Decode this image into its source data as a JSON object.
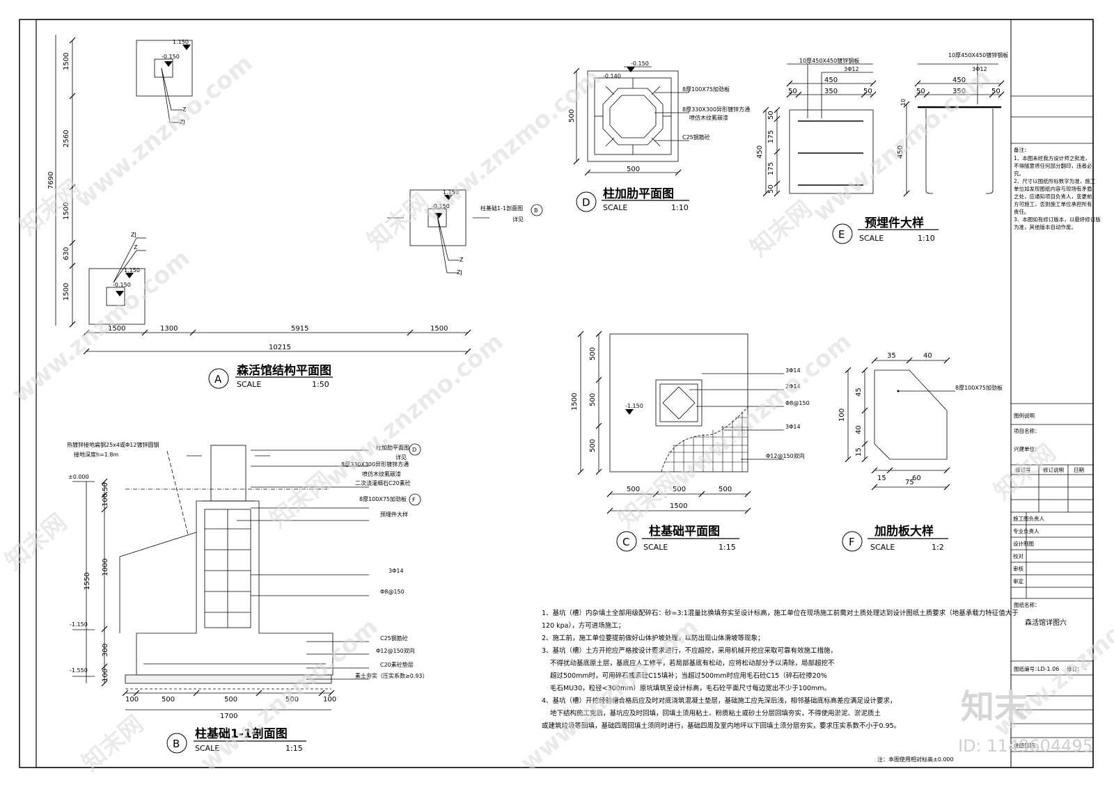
{
  "plan_a": {
    "title": "森活馆结构平面图",
    "letter": "A",
    "scale_word": "SCALE",
    "scale": "1:50",
    "dims_left": [
      "1500",
      "2560",
      "1500",
      "630",
      "1500"
    ],
    "dim_total_left": "7690",
    "dims_bottom": [
      "1500",
      "1300",
      "5915",
      "1500"
    ],
    "dim_total_bottom": "10215",
    "elev_top": "1.150",
    "elev_inner": "-0.150",
    "label_z": "Z",
    "label_zj": "ZJ",
    "callout": "柱基础1-1剖面图",
    "callout_ref": "详见",
    "callout_letter": "B"
  },
  "section_b": {
    "title": "柱基础1-1剖面图",
    "letter": "B",
    "scale_word": "SCALE",
    "scale": "1:15",
    "top_note_1": "热镀锌接地扁钢25x4或Φ12镀锌圆钢",
    "top_note_2": "接地深度h=1.8m",
    "elev_0": "±0.000",
    "elev_1": "-1.150",
    "elev_2": "-1.550",
    "dims_left": [
      "50",
      "100",
      "1000",
      "300",
      "100"
    ],
    "dim_total_left": "1550",
    "dims_bottom": [
      "100",
      "500",
      "500",
      "500",
      "100"
    ],
    "dim_total_bottom": "1700",
    "right_labels": [
      "柱加肋平面图",
      "详见",
      "8厚330X300异形镀锌方通",
      "喷仿木纹氟碳漆",
      "二次浇灌细石C20素砼",
      "8厚100X75加劲板",
      "预埋件大样",
      "3Φ14",
      "Φ8@150",
      "C25钢筋砼",
      "Φ12@150双向",
      "C20素砼垫层",
      "素土夯实（压实系数≥0.93）"
    ],
    "ref_d": "D",
    "ref_f": "F"
  },
  "plan_d": {
    "title": "柱加肋平面图",
    "letter": "D",
    "scale_word": "SCALE",
    "scale": "1:10",
    "elev_1": "-0.150",
    "elev_2": "-0.140",
    "dim_side": "500",
    "dim_bottom": "500",
    "labels": [
      "8厚100X75加劲板",
      "8厚330X300异形镀锌方通",
      "喷仿木纹氟碳漆",
      "C25钢筋砼"
    ]
  },
  "detail_e": {
    "title": "预埋件大样",
    "letter": "E",
    "scale_word": "SCALE",
    "scale": "1:10",
    "plate_label": "10厚450X450镀锌钢板",
    "bar_label": "3Φ12",
    "dim_450": "450",
    "dims_top": [
      "50",
      "350",
      "50"
    ],
    "dims_left": [
      "50",
      "175",
      "175",
      "50"
    ],
    "dim_left_total": "450",
    "dim_t": "10"
  },
  "plan_c": {
    "title": "柱基础平面图",
    "letter": "C",
    "scale_word": "SCALE",
    "scale": "1:15",
    "elev": "-1.150",
    "dims_left": [
      "500",
      "500",
      "500"
    ],
    "dim_total_left": "1500",
    "dims_bottom": [
      "500",
      "500",
      "500"
    ],
    "dim_total_bottom": "1500",
    "labels": [
      "3Φ14",
      "2Φ14",
      "Φ8@150",
      "3Φ14",
      "Φ12@150双向"
    ]
  },
  "detail_f": {
    "title": "加肋板大样",
    "letter": "F",
    "scale_word": "SCALE",
    "scale": "1:2",
    "label": "8厚100X75加劲板",
    "dims_top": [
      "35",
      "40"
    ],
    "dims_left": [
      "45",
      "40",
      "15"
    ],
    "dim_total_left": "100",
    "dims_bottom": [
      "15",
      "60"
    ],
    "dim_total_bottom": "75"
  },
  "notes": [
    "1、基坑（槽）内杂填土全部用级配碎石：砂=3:1混量比换填夯实至设计标高，施工单位在现场施工前需对土质处理达到设计图纸土质要求（地基承载力特征值大于",
    "120 kpa），方可进场施工；",
    "2、施工前，施工单位要提前做好山体护坡处理，以防出现山体滑坡等现象；",
    "3、基坑（槽）土方开挖应严格按设计要求进行，不应超挖，采用机械开挖应采取可靠有效施工措施，",
    "不得扰动基底原土层，基底应人工修平，若局部基底有松动，应将松动部分予以清除，局部超挖不",
    "超过500mm时，可用碎石或素砼C15填补；当超过500mm时应用毛石砼C15（碎石砼掺20%",
    "毛石MU30，粒径<300mm）原坑填筑至设计标高，毛石砼平面尺寸每边宽出不少于100mm。",
    "4、基坑（槽）开挖经验槽合格后应及时对底浇筑混凝土垫层，基础施工应先深后浅，相邻基础底标高差应满足设计要求，",
    "地下结构施工完后，基坑应及时回填，回填土须用粘土、粉质粘土或砂土分层回填夯实，不得使用淤泥、淤泥质土",
    "或建筑垃圾等回填，基础四周回填土须同时进行，基础四周及室内地坪以下回填土须分层夯实，要求压实系数不小于0.95。"
  ],
  "footnote": "注：本图使用相对标高±0.000",
  "title_block": {
    "remarks_head": "备注：",
    "remarks": [
      "1、本图未经我方设计师之批准，",
      "不得随意将任何部分翻印，违者必",
      "究。",
      "2、尺寸以图纸所标数字为准，施工",
      "单位如发现图纸内容与现场有矛盾",
      "之处，应通知项目负责人，变更前",
      "方可施工，否则施工单位承担所有",
      "责任。",
      "3、本图如有修订版本，以最终修订版",
      "为准，其他版本自动作废。"
    ],
    "legend_head": "图例说明",
    "project_label": "项目名称：",
    "owner_label": "兴建单位：",
    "rev_cols": [
      "修订号",
      "修订说明",
      "日期"
    ],
    "sign_rows": [
      "施工图负责人",
      "专业负责人",
      "设计制图",
      "校对",
      "审核",
      "审定"
    ],
    "drawing_name_label": "图纸名称：",
    "drawing_name": "森活馆详图六",
    "drawing_no_label": "图纸编号：",
    "drawing_no": "LD-1.06",
    "revision_label": "修订：",
    "revision": "-",
    "date_label": "绘图日期："
  },
  "watermark": {
    "site": "www.znzmo.com",
    "brand": "知末网",
    "logo": "知末",
    "id": "ID: 1149604495"
  }
}
